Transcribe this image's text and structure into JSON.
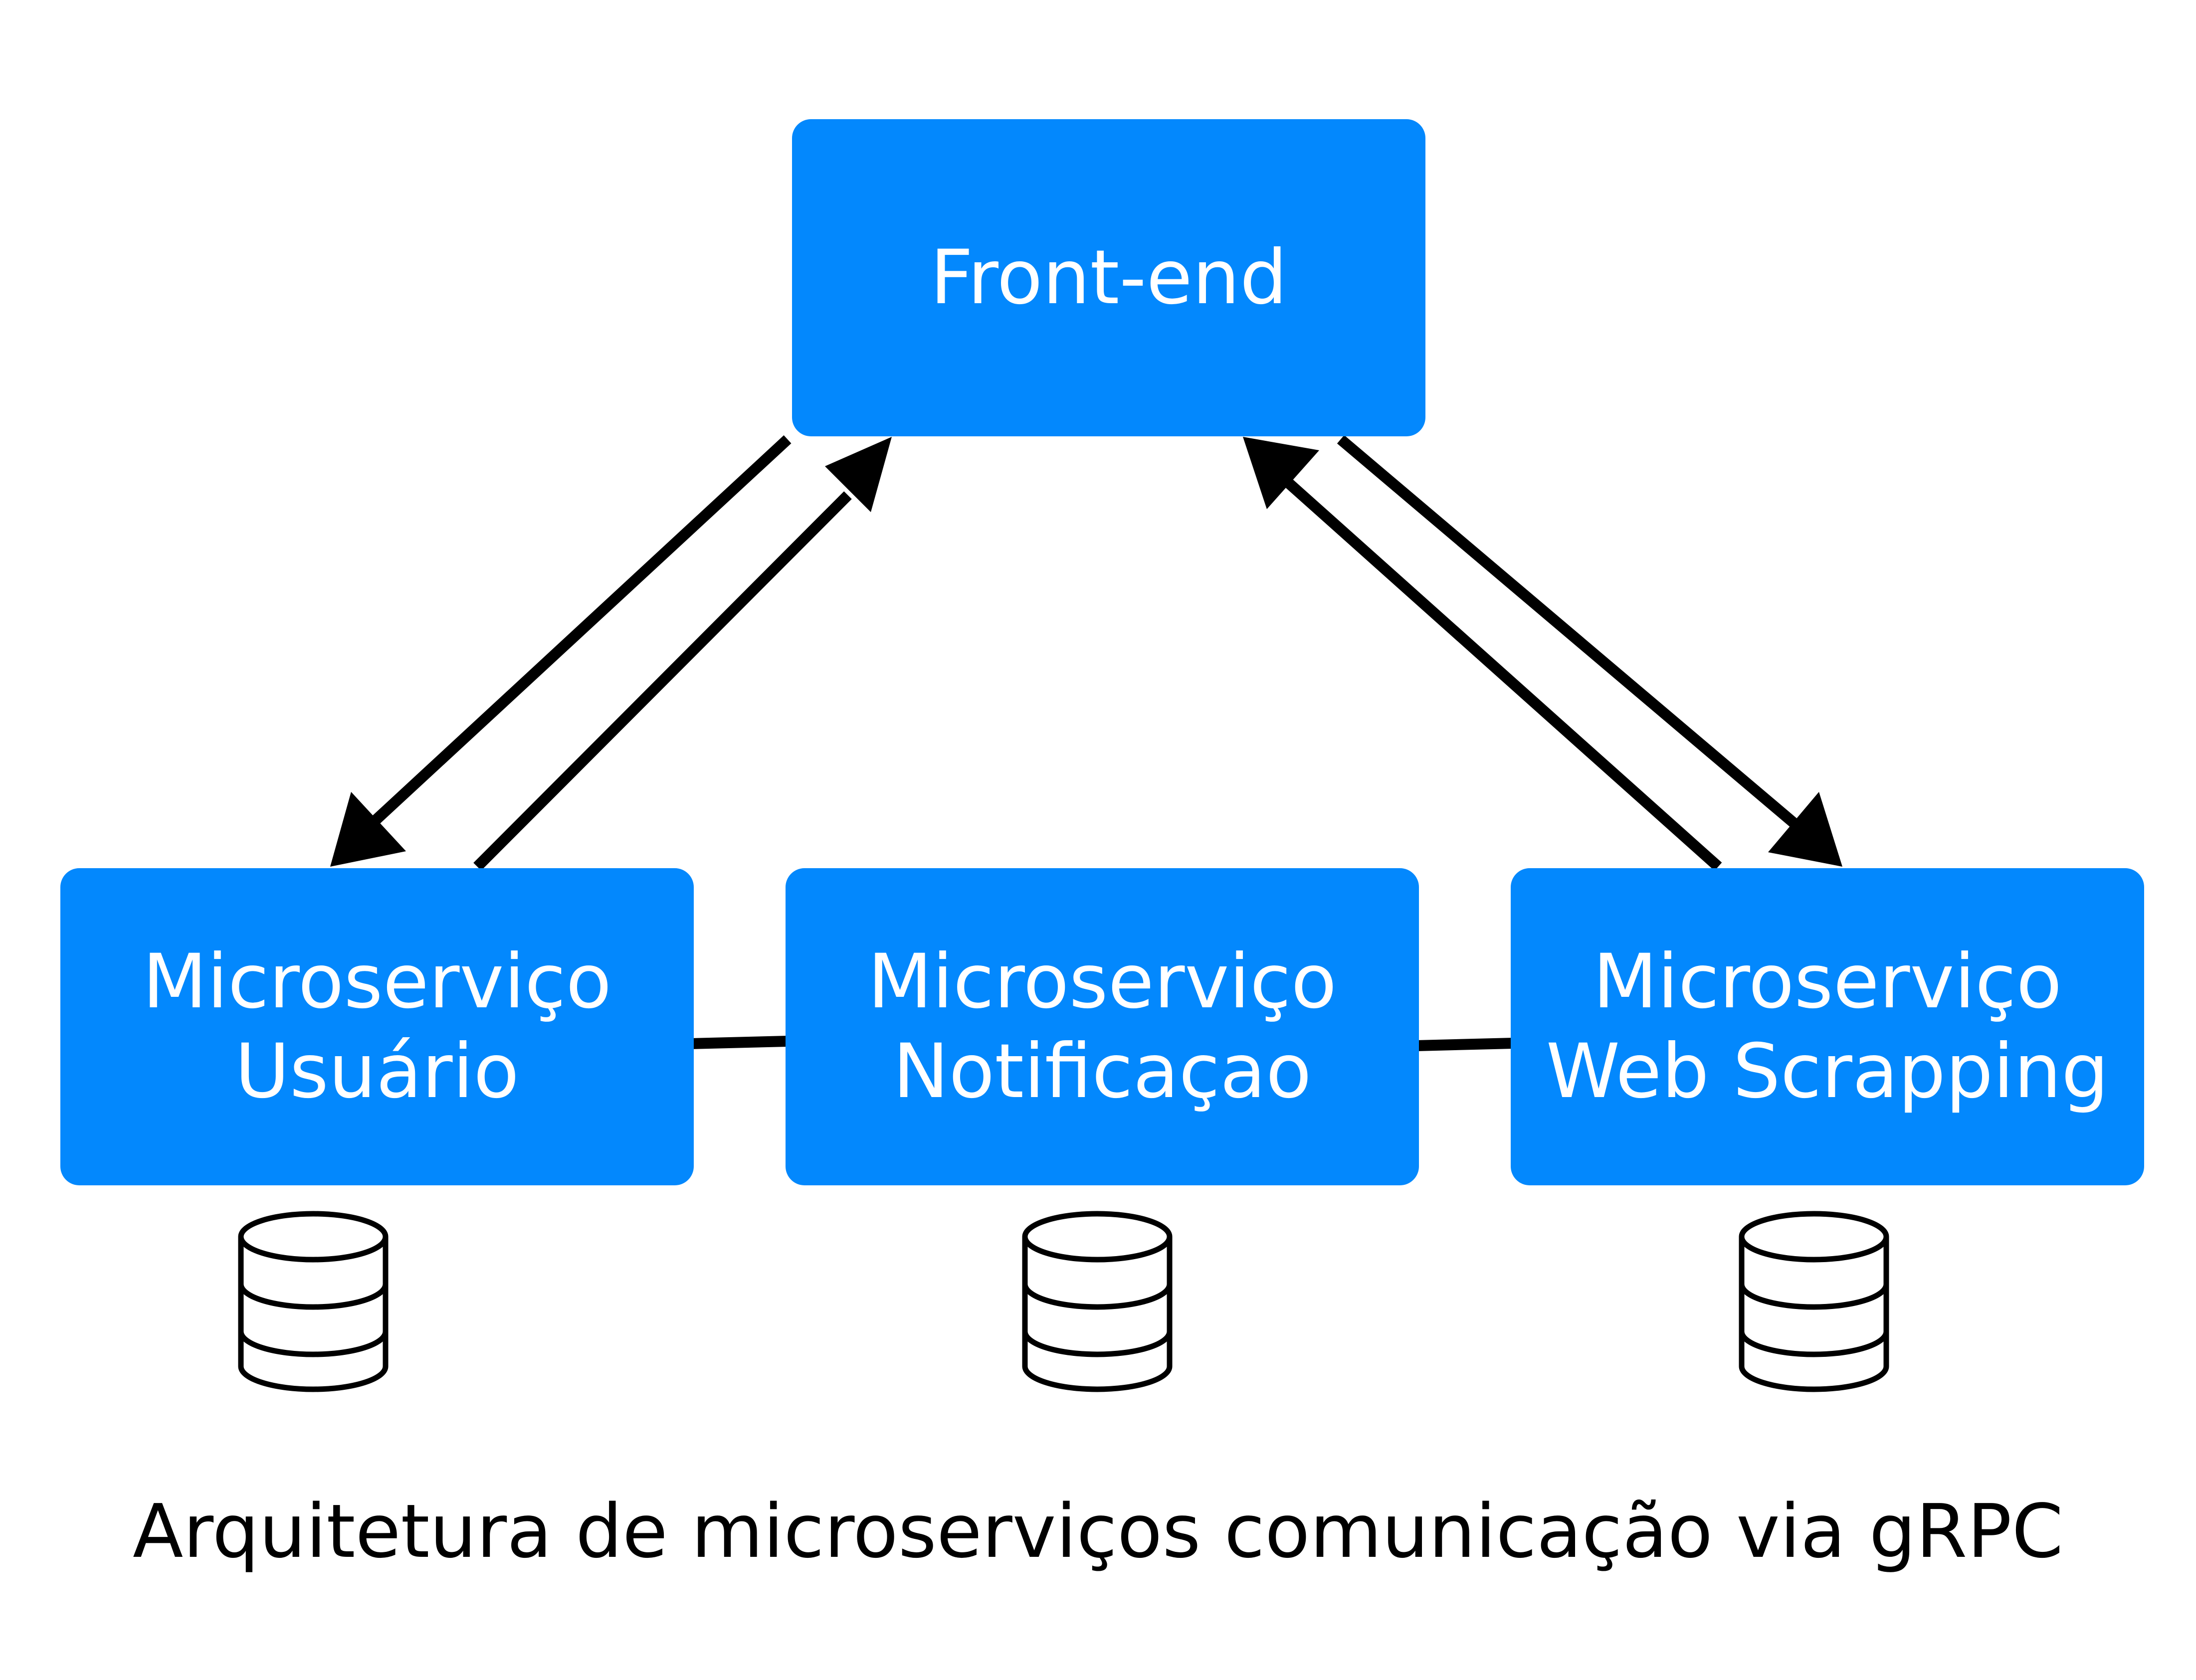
{
  "colors": {
    "node_fill": "#0388FD",
    "node_text": "#FFFFFF",
    "stroke": "#000000",
    "background": "#FFFFFF"
  },
  "nodes": {
    "frontend": {
      "label": "Front-end"
    },
    "usuario": {
      "line1": "Microserviço",
      "line2": "Usuário"
    },
    "notificacao": {
      "line1": "Microserviço",
      "line2": "Notificaçao"
    },
    "webscrap": {
      "line1": "Microserviço",
      "line2": "Web Scrapping"
    }
  },
  "databases": [
    {
      "icon": "database-icon",
      "under": "usuario"
    },
    {
      "icon": "database-icon",
      "under": "notificacao"
    },
    {
      "icon": "database-icon",
      "under": "webscrap"
    }
  ],
  "connections": [
    {
      "from": "frontend",
      "to": "usuario",
      "arrow": "to"
    },
    {
      "from": "usuario",
      "to": "frontend",
      "arrow": "to"
    },
    {
      "from": "frontend",
      "to": "webscrap",
      "arrow": "to"
    },
    {
      "from": "webscrap",
      "to": "frontend",
      "arrow": "to"
    },
    {
      "from": "usuario",
      "to": "notificacao",
      "arrow": "none"
    },
    {
      "from": "notificacao",
      "to": "webscrap",
      "arrow": "none"
    }
  ],
  "caption": "Arquitetura de microserviços comunicação via gRPC"
}
